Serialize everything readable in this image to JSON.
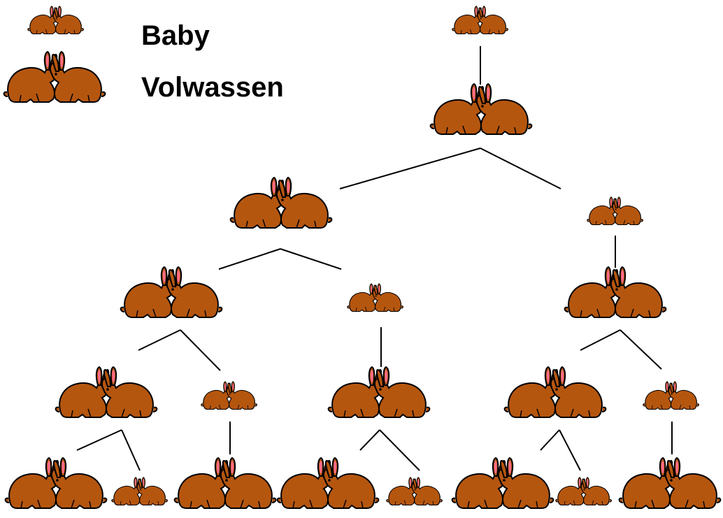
{
  "legend": {
    "baby_label": "Baby",
    "adult_label": "Volwassen"
  },
  "colors": {
    "rabbit_body": "#b5560f",
    "rabbit_outline": "#000000",
    "inner_ear": "#ff6b8a",
    "edge": "#000000",
    "background": "#ffffff"
  },
  "icons": {
    "baby": "baby-rabbit-pair-icon",
    "adult": "adult-rabbit-pair-icon"
  },
  "tree": {
    "generations": [
      [
        "baby"
      ],
      [
        "adult"
      ],
      [
        "adult",
        "baby"
      ],
      [
        "adult",
        "baby",
        "adult"
      ],
      [
        "adult",
        "baby",
        "adult",
        "adult",
        "baby"
      ],
      [
        "adult",
        "baby",
        "adult",
        "adult",
        "baby",
        "adult",
        "baby",
        "adult"
      ]
    ]
  }
}
